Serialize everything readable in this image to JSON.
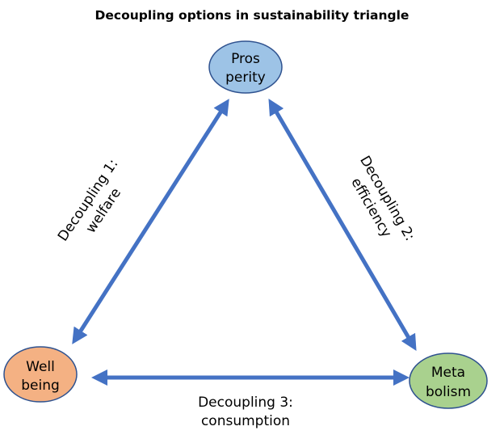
{
  "title": "Decoupling options in sustainability triangle",
  "colors": {
    "arrow": "#4472C4",
    "node_stroke": "#2F528F",
    "prosperity_fill": "#9DC3E6",
    "wellbeing_fill": "#F4B183",
    "metabolism_fill": "#A9D18E"
  },
  "nodes": {
    "prosperity": {
      "line1": "Pros",
      "line2": "perity"
    },
    "wellbeing": {
      "line1": "Well",
      "line2": "being"
    },
    "metabolism": {
      "line1": "Meta",
      "line2": "bolism"
    }
  },
  "edges": {
    "welfare": {
      "line1": "Decoupling 1:",
      "line2": "welfare"
    },
    "efficiency": {
      "line1": "Decoupling 2:",
      "line2": "efficiency"
    },
    "consumption": {
      "line1": "Decoupling 3:",
      "line2": "consumption"
    }
  }
}
